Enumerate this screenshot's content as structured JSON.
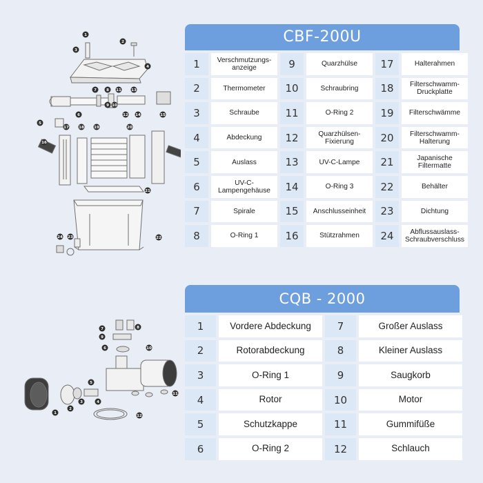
{
  "filter": {
    "title": "CBF-200U",
    "items": [
      {
        "n": "1",
        "label": "Verschmutzungs-\nanzeige"
      },
      {
        "n": "9",
        "label": "Quarzhülse"
      },
      {
        "n": "17",
        "label": "Halterahmen"
      },
      {
        "n": "2",
        "label": "Thermometer"
      },
      {
        "n": "10",
        "label": "Schraubring"
      },
      {
        "n": "18",
        "label": "Filterschwamm-\nDruckplatte"
      },
      {
        "n": "3",
        "label": "Schraube"
      },
      {
        "n": "11",
        "label": "O-Ring 2"
      },
      {
        "n": "19",
        "label": "Filterschwämme"
      },
      {
        "n": "4",
        "label": "Abdeckung"
      },
      {
        "n": "12",
        "label": "Quarzhülsen-\nFixierung"
      },
      {
        "n": "20",
        "label": "Filterschwamm-\nHalterung"
      },
      {
        "n": "5",
        "label": "Auslass"
      },
      {
        "n": "13",
        "label": "UV-C-Lampe"
      },
      {
        "n": "21",
        "label": "Japanische\nFiltermatte"
      },
      {
        "n": "6",
        "label": "UV-C-\nLampengehäuse"
      },
      {
        "n": "14",
        "label": "O-Ring 3"
      },
      {
        "n": "22",
        "label": "Behälter"
      },
      {
        "n": "7",
        "label": "Spirale"
      },
      {
        "n": "15",
        "label": "Anschlusseinheit"
      },
      {
        "n": "23",
        "label": "Dichtung"
      },
      {
        "n": "8",
        "label": "O-Ring 1"
      },
      {
        "n": "16",
        "label": "Stützrahmen"
      },
      {
        "n": "24",
        "label": "Abflussauslass-\nSchraubverschluss"
      }
    ]
  },
  "pump": {
    "title": "CQB - 2000",
    "items": [
      {
        "n": "1",
        "label": "Vordere Abdeckung"
      },
      {
        "n": "7",
        "label": "Großer Auslass"
      },
      {
        "n": "2",
        "label": "Rotorabdeckung"
      },
      {
        "n": "8",
        "label": "Kleiner Auslass"
      },
      {
        "n": "3",
        "label": "O-Ring 1"
      },
      {
        "n": "9",
        "label": "Saugkorb"
      },
      {
        "n": "4",
        "label": "Rotor"
      },
      {
        "n": "10",
        "label": "Motor"
      },
      {
        "n": "5",
        "label": "Schutzkappe"
      },
      {
        "n": "11",
        "label": "Gummifüße"
      },
      {
        "n": "6",
        "label": "O-Ring 2"
      },
      {
        "n": "12",
        "label": "Schlauch"
      }
    ]
  },
  "diagram1_markers": [
    "1",
    "2",
    "3",
    "4",
    "5",
    "6",
    "7",
    "8",
    "9",
    "10",
    "11",
    "12",
    "13",
    "14",
    "15",
    "16",
    "17",
    "18",
    "19",
    "20",
    "21",
    "22",
    "23",
    "24"
  ],
  "diagram2_markers": [
    "1",
    "2",
    "3",
    "4",
    "5",
    "6",
    "7",
    "8",
    "9",
    "10",
    "11",
    "12"
  ],
  "colors": {
    "title_bar": "#6d9fde",
    "number_cell": "#dde8f6",
    "label_cell": "#ffffff",
    "background": "#e9edf6"
  }
}
